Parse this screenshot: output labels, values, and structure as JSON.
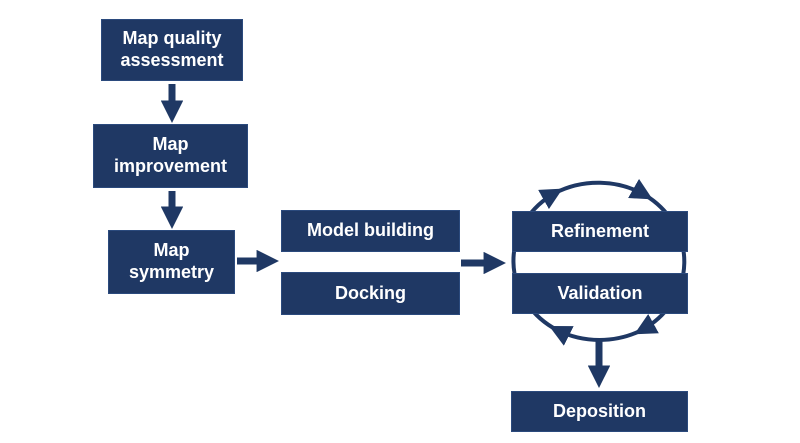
{
  "diagram": {
    "nodes": {
      "map_quality": "Map quality assessment",
      "map_improvement": "Map improvement",
      "map_symmetry": "Map symmetry",
      "model_building": "Model building",
      "docking": "Docking",
      "refinement": "Refinement",
      "validation": "Validation",
      "deposition": "Deposition"
    },
    "edges": [
      {
        "from": "Map quality assessment",
        "to": "Map improvement",
        "style": "arrow-down"
      },
      {
        "from": "Map improvement",
        "to": "Map symmetry",
        "style": "arrow-down"
      },
      {
        "from": "Map symmetry",
        "to": "Model building / Docking",
        "style": "arrow-right"
      },
      {
        "from": "Model building / Docking",
        "to": "Refinement / Validation",
        "style": "arrow-right"
      },
      {
        "from": "Refinement",
        "to": "Validation",
        "style": "clockwise-cycle"
      },
      {
        "from": "Refinement / Validation",
        "to": "Deposition",
        "style": "arrow-down"
      }
    ],
    "colors": {
      "node_fill": "#1F3864",
      "node_text": "#FFFFFF",
      "arrow": "#1F3864",
      "background": "#FFFFFF"
    }
  }
}
